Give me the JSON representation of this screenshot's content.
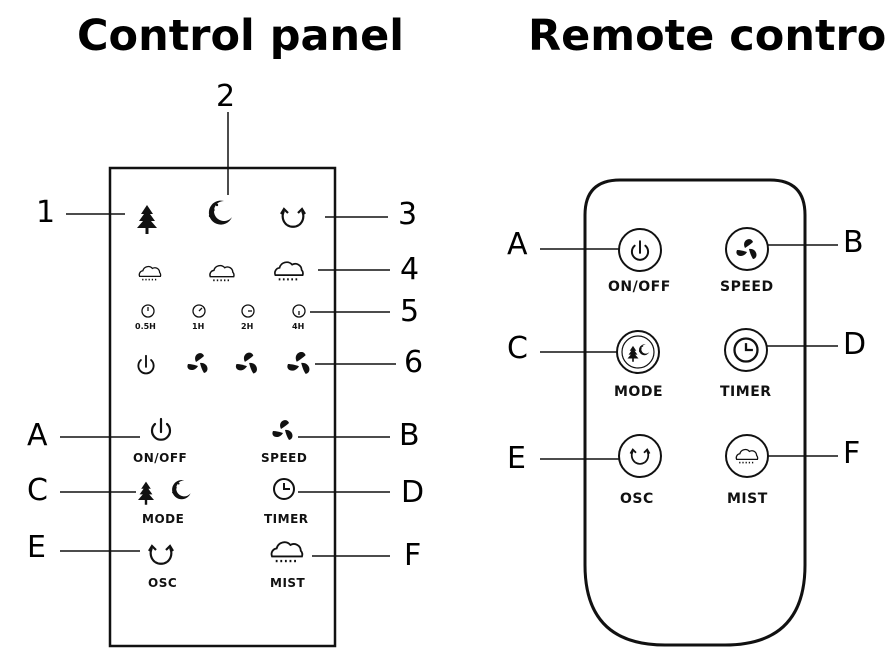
{
  "titles": {
    "control_panel": "Control panel",
    "remote_control": "Remote control"
  },
  "panel_callouts": [
    "1",
    "2",
    "3",
    "4",
    "5",
    "6"
  ],
  "panel_timer_labels": [
    "0.5H",
    "1H",
    "2H",
    "4H"
  ],
  "panel_buttons": {
    "A": {
      "letter": "A",
      "label": "ON/OFF"
    },
    "B": {
      "letter": "B",
      "label": "SPEED"
    },
    "C": {
      "letter": "C",
      "label": "MODE"
    },
    "D": {
      "letter": "D",
      "label": "TIMER"
    },
    "E": {
      "letter": "E",
      "label": "OSC"
    },
    "F": {
      "letter": "F",
      "label": "MIST"
    }
  },
  "remote_buttons": {
    "A": {
      "letter": "A",
      "label": "ON/OFF"
    },
    "B": {
      "letter": "B",
      "label": "SPEED"
    },
    "C": {
      "letter": "C",
      "label": "MODE"
    },
    "D": {
      "letter": "D",
      "label": "TIMER"
    },
    "E": {
      "letter": "E",
      "label": "OSC"
    },
    "F": {
      "letter": "F",
      "label": "MIST"
    }
  },
  "icons": {
    "tree": "tree-icon",
    "moon": "moon-icon",
    "osc": "oscillation-icon",
    "mist": "mist-cloud-icon",
    "timer": "timer-icon",
    "power": "power-icon",
    "fan": "fan-icon"
  }
}
